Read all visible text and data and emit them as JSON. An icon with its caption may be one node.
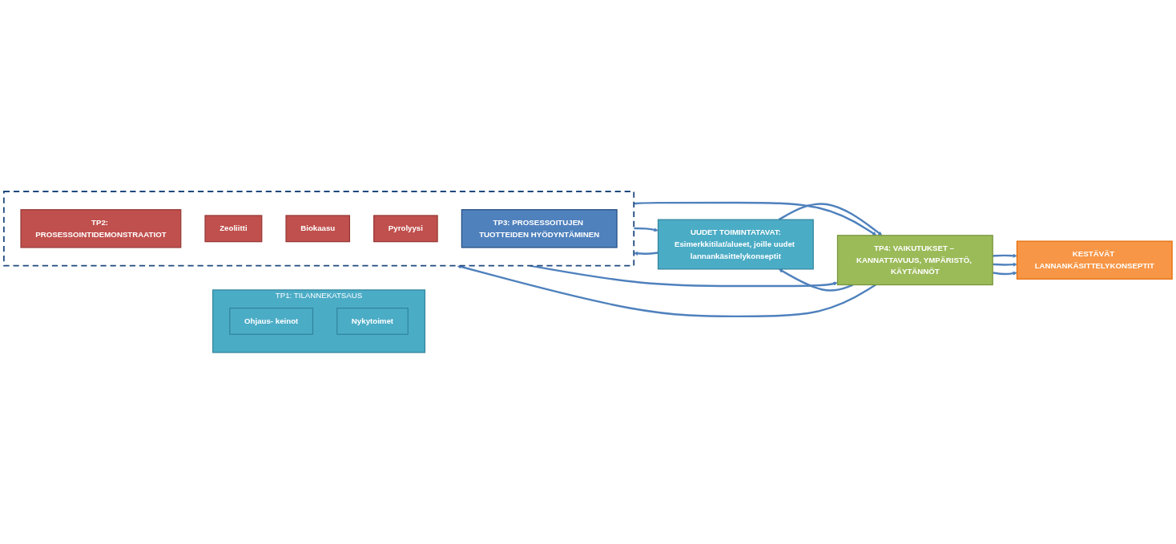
{
  "diagram": {
    "nodes": [
      {
        "text": [
          "TP1: TILANNEKATSAUS"
        ]
      },
      {
        "text": [
          "Ohjaus- keinot"
        ],
        "in": 0
      },
      {
        "text": [
          "Nykytoimet"
        ],
        "in": 0
      },
      {
        "text": [
          "UUDET TOIMINTATAVAT:",
          "Esimerkkitilat/alueet, joille uudet lannankäsittelykonseptit"
        ]
      },
      {
        "text": [],
        "shape": "box"
      },
      {
        "text": [
          "TP2: PROSESSOINTIDEMONSTRAATIOT"
        ],
        "in": 4
      },
      {
        "text": [
          "Zeoliitti"
        ],
        "in": 4
      },
      {
        "text": [
          "Biokaasu"
        ],
        "in": 4
      },
      {
        "text": [
          "Pyrolyysi"
        ],
        "in": 4
      },
      {
        "text": [
          "TP3: PROSESSOITUJEN TUOTTEIDEN HYÖDYNTÄMINEN"
        ],
        "in": 4
      },
      {
        "text": [
          "TP4: VAIKUTUKSET – KANNATTAVUUS, YMPÄRISTÖ, KÄYTÄNNÖT"
        ]
      },
      {
        "text": [
          "KESTÄVÄT LANNANKÄSITTELYKONSEPTIT"
        ]
      }
    ],
    "edges": [
      {
        "from": 3,
        "to": 10,
        "arrow": "to"
      },
      {
        "from": 10,
        "to": 3,
        "arrow": "to"
      },
      {
        "from": 3,
        "to": 4,
        "arrow": "to"
      },
      {
        "from": 4,
        "to": 3,
        "arrow": "to"
      },
      {
        "from": 4,
        "to": 10,
        "arrow": "to"
      },
      {
        "from": 10,
        "to": 4,
        "arrow": "to"
      },
      {
        "from": 4,
        "to": 10,
        "arrow": "to"
      },
      {
        "from": 10,
        "to": 11,
        "arrow": "to"
      },
      {
        "from": 10,
        "to": 11,
        "arrow": "to"
      },
      {
        "from": 10,
        "to": 11,
        "arrow": "to"
      }
    ]
  }
}
